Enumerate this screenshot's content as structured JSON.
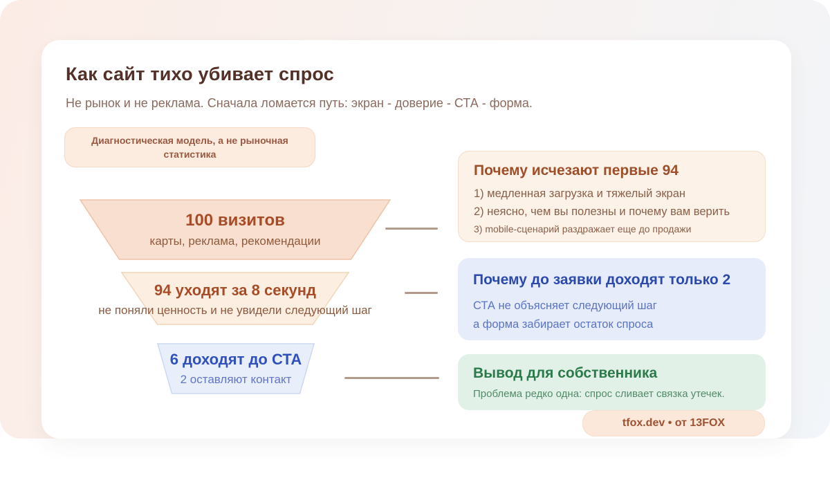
{
  "page": {
    "title": "Как сайт тихо убивает спрос",
    "subtitle": "Не рынок и не реклама. Сначала ломается путь: экран - доверие - СТА - форма.",
    "top_badge": "Диагностическая модель, а не рыночная статистика",
    "brand_badge": "tfox.dev • от 13FOX"
  },
  "funnel": {
    "values": [
      100,
      94,
      6,
      2
    ],
    "stages": [
      {
        "headline": "100 визитов",
        "note": "карты, реклама, рекомендации"
      },
      {
        "headline": "94 уходят за 8 секунд",
        "note": "не поняли ценность и не увидели следующий шаг"
      },
      {
        "headline": "6 доходят до СТА",
        "note": "2 оставляют контакт"
      }
    ]
  },
  "panels": [
    {
      "title": "Почему исчезают первые 94",
      "items": [
        "1) медленная загрузка и тяжелый экран",
        "2) неясно, чем вы полезны и почему вам верить",
        "3) mobile-сценарий раздражает еще до продажи"
      ]
    },
    {
      "title": "Почему до заявки доходят только 2",
      "items": [
        "СТА не объясняет следующий шаг",
        "а форма забирает остаток спроса"
      ]
    },
    {
      "title": "Вывод для собственника",
      "items": [
        "Проблема редко одна: спрос сливает связка утечек."
      ]
    }
  ],
  "colors": {
    "title_brown": "#533028",
    "rust_accent": "#a84c27",
    "blue_accent": "#2c4aad",
    "green_accent": "#2a7a4a",
    "connector": "#b49a8a",
    "stage1_fill": "#f9dfd0",
    "stage2_fill": "#fcefe1",
    "stage3_fill": "#e9eefb"
  }
}
